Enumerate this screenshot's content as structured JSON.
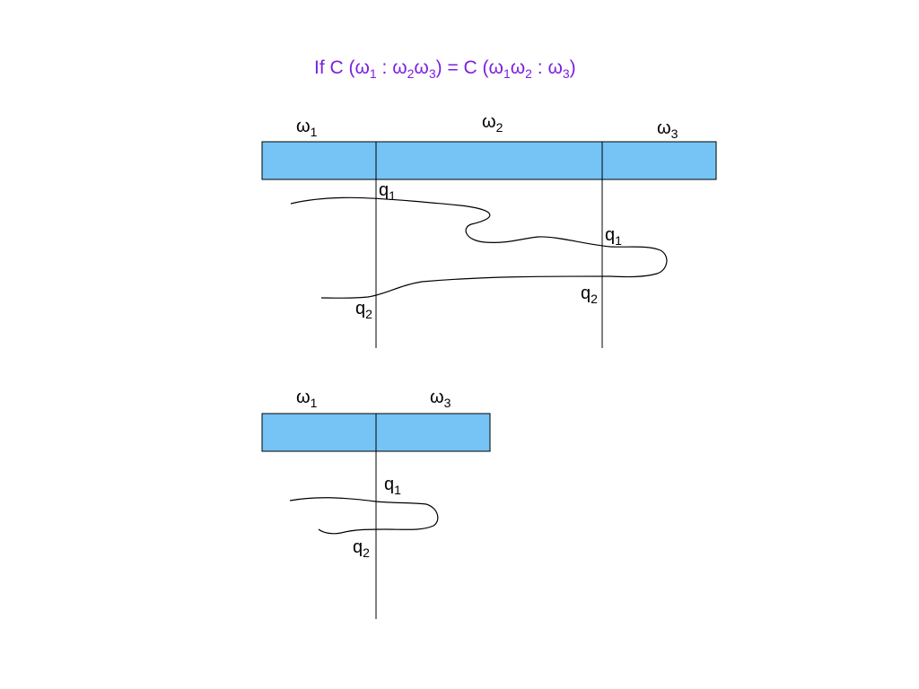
{
  "colors": {
    "segment_fill": "#76c4f5",
    "title_text": "#7b1fe0",
    "ink": "#000000"
  },
  "title": {
    "if_c": "If C (",
    "w1": "ω",
    "w1_sub": "1",
    "colon1": " : ",
    "w2": "ω",
    "w2_sub": "2",
    "w3": "ω",
    "w3_sub": "3",
    "eq_c": ") = C (",
    "w1b": "ω",
    "w1b_sub": "1",
    "w2b": "ω",
    "w2b_sub": "2",
    "colon2": " : ",
    "w3b": "ω",
    "w3b_sub": "3",
    "close": ")"
  },
  "top_diagram": {
    "labels": {
      "omega1": {
        "base": "ω",
        "sub": "1"
      },
      "omega2": {
        "base": "ω",
        "sub": "2"
      },
      "omega3": {
        "base": "ω",
        "sub": "3"
      },
      "q1_left": {
        "base": "q",
        "sub": "1"
      },
      "q1_right": {
        "base": "q",
        "sub": "1"
      },
      "q2_right": {
        "base": "q",
        "sub": "2"
      },
      "q2_left": {
        "base": "q",
        "sub": "2"
      }
    }
  },
  "bottom_diagram": {
    "labels": {
      "omega1": {
        "base": "ω",
        "sub": "1"
      },
      "omega3": {
        "base": "ω",
        "sub": "3"
      },
      "q1": {
        "base": "q",
        "sub": "1"
      },
      "q2": {
        "base": "q",
        "sub": "2"
      }
    }
  }
}
